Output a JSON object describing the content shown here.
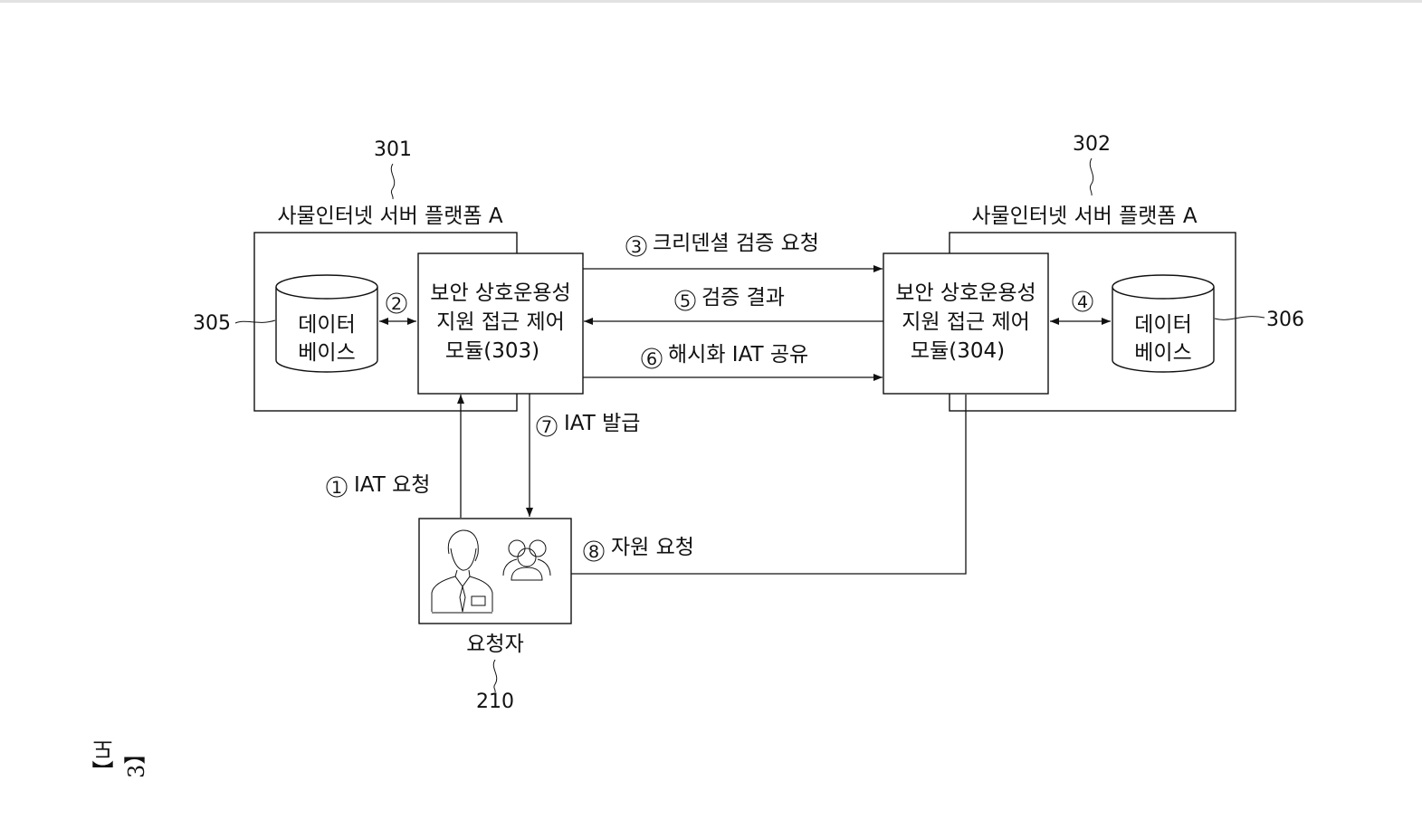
{
  "platform_a": {
    "ref": "301",
    "title": "사물인터넷 서버 플랫폼 A",
    "module": [
      "보안 상호운용성",
      "지원 접근 제어",
      "모듈(303)"
    ],
    "db_ref": "305",
    "db": [
      "데이터",
      "베이스"
    ]
  },
  "platform_b": {
    "ref": "302",
    "title": "사물인터넷 서버 플랫폼 A",
    "module": [
      "보안 상호운용성",
      "지원 접근 제어",
      "모듈(304)"
    ],
    "db_ref": "306",
    "db": [
      "데이터",
      "베이스"
    ]
  },
  "steps": [
    {
      "num": "1",
      "label": "IAT 요청"
    },
    {
      "num": "2",
      "label": ""
    },
    {
      "num": "3",
      "label": "크리덴셜 검증 요청"
    },
    {
      "num": "4",
      "label": ""
    },
    {
      "num": "5",
      "label": "검증 결과"
    },
    {
      "num": "6",
      "label": "해시화 IAT 공유"
    },
    {
      "num": "7",
      "label": "IAT 발급"
    },
    {
      "num": "8",
      "label": "자원 요청"
    }
  ],
  "requester": {
    "label": "요청자",
    "ref": "210"
  },
  "figure_label": "【도 3】"
}
